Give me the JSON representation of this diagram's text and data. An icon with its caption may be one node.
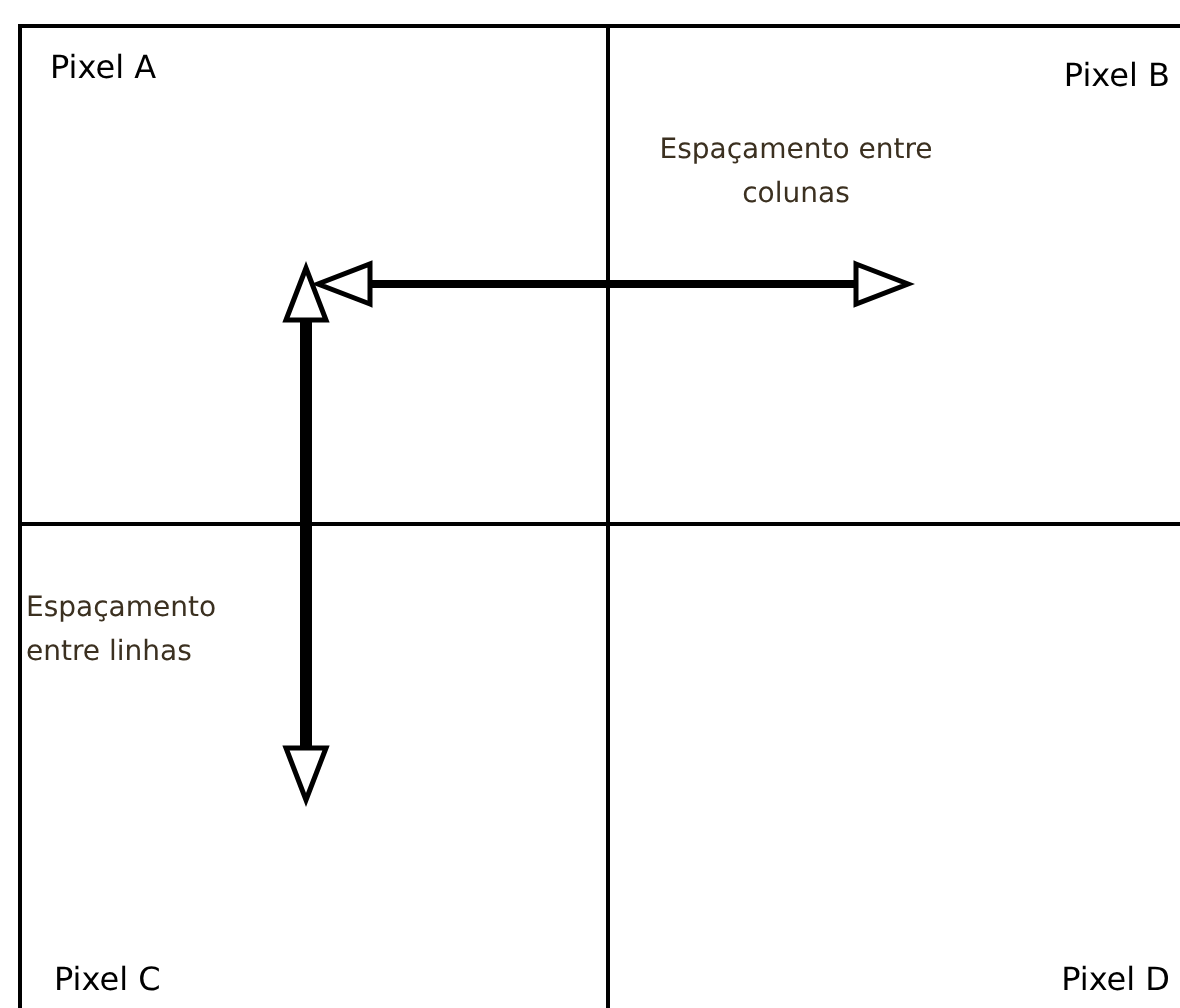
{
  "diagram": {
    "nodes": [
      {
        "text": [
          "Pixel A"
        ]
      },
      {
        "text": [
          "Pixel B"
        ]
      },
      {
        "text": [
          "Pixel C"
        ]
      },
      {
        "text": [
          "Pixel D"
        ]
      }
    ],
    "edges": [
      {
        "from": 0,
        "to": 1,
        "arrow": "both"
      },
      {
        "from": 0,
        "to": 2,
        "arrow": "both"
      }
    ],
    "labels": [
      "Espaçamento entre colunas",
      "Espaçamento entre linhas"
    ]
  }
}
